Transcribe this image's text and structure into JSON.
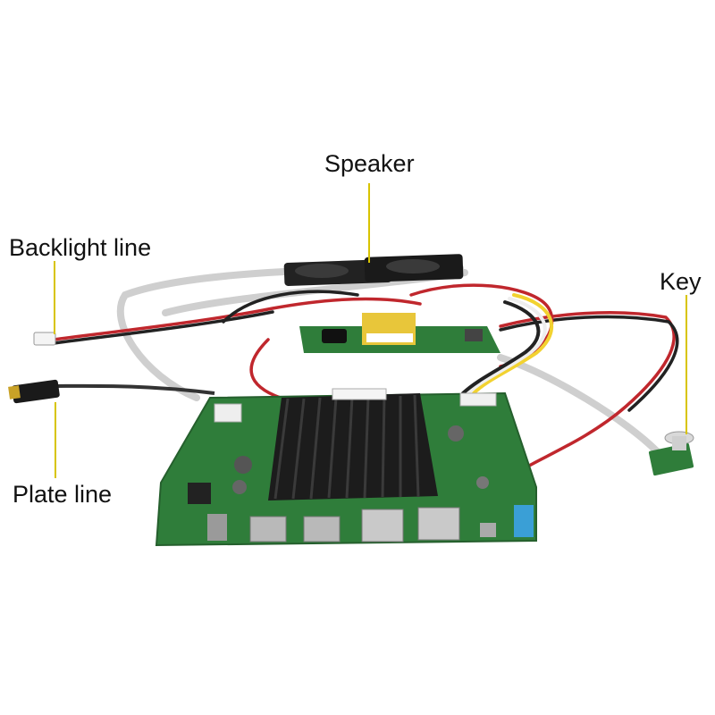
{
  "labels": {
    "speaker": "Speaker",
    "backlight_line": "Backlight line",
    "key": "Key",
    "plate_line": "Plate line"
  },
  "colors": {
    "leader_line": "#d8c400",
    "pcb_green": "#2f7d3a",
    "heatsink": "#1c1c1c",
    "speaker_box": "#222222",
    "cable_red": "#c0272d",
    "ribbon": "#cfcfcf"
  }
}
